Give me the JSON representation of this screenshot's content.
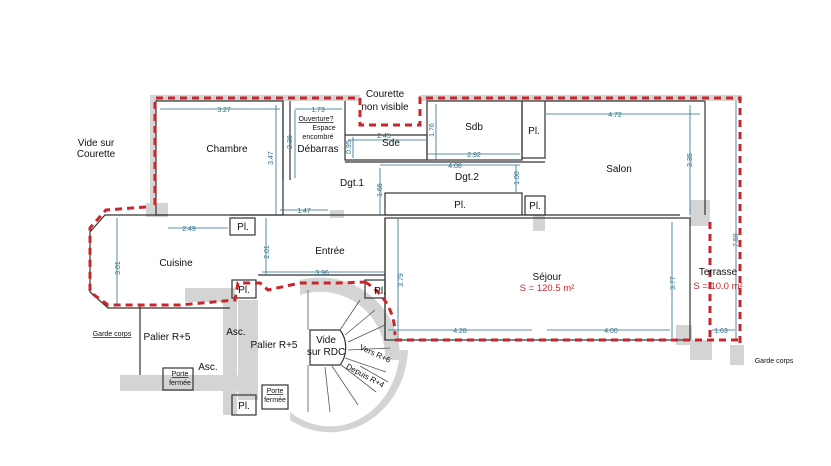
{
  "rooms": {
    "vide_courette": [
      "Vide sur",
      "Courette"
    ],
    "courette": [
      "Courette",
      "non visible"
    ],
    "chambre": "Chambre",
    "debarras": "Débarras",
    "ouverture": "Ouverture?",
    "espace": [
      "Espace",
      "encombré"
    ],
    "sde": "Sde",
    "sdb": "Sdb",
    "dgt1": "Dgt.1",
    "dgt2": "Dgt.2",
    "salon": "Salon",
    "cuisine": "Cuisine",
    "entree": "Entrée",
    "sejour": "Séjour",
    "sejour_area": "S = 120.5 m²",
    "terrasse": "Terrasse",
    "terrasse_area": "S = 10.0 m²",
    "placard": "Pl.",
    "palier": "Palier R+5",
    "asc": "Asc.",
    "vide_rdc": [
      "Vide",
      "sur RDC"
    ],
    "vers": "Vers R+6",
    "depuis": "Depuis R+4",
    "porte": [
      "Porte",
      "fermée"
    ],
    "garde_corps": "Garde corps"
  },
  "dimensions": {
    "chambre_w": "3.27",
    "chambre_h": "3.47",
    "debarras_w": "1.73",
    "debarras_h": "2.38",
    "sde_w": "2.45",
    "sde_h": "0.95",
    "sdb_h": "1.76",
    "sdb_w": "2.92",
    "dgt2_w": "4.08",
    "dgt2_h": "1.00",
    "dgt1_h": "1.65",
    "entree_top": "1.47",
    "cuisine_w": "2.49",
    "cuisine_h": "3.01",
    "entree_h": "2.01",
    "entree_w": "3.96",
    "sejour_h": "3.79",
    "salon_w": "4.72",
    "salon_h": "3.35",
    "terrasse_h": "7.59",
    "sejour_h2": "3.77",
    "sejour_w1": "4.28",
    "sejour_w2": "4.00",
    "terrasse_w": "1.63"
  },
  "colors": {
    "boundary": "#c8262b",
    "dimension": "#2b6e8a",
    "wall": "#d4d4d4"
  }
}
